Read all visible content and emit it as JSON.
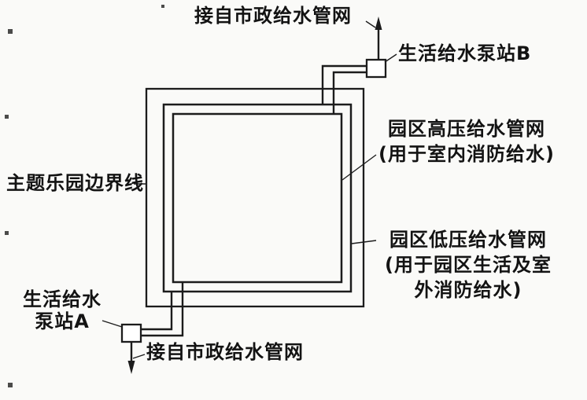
{
  "labels": {
    "municipal_top": "接自市政给水管网",
    "pump_station_b": "生活给水泵站B",
    "high_pressure_line1": "园区高压给水管网",
    "high_pressure_line2": "(用于室内消防给水)",
    "boundary": "主题乐园边界线",
    "low_pressure_line1": "园区低压给水管网",
    "low_pressure_line2": "(用于园区生活及室",
    "low_pressure_line3": "外消防给水)",
    "pump_station_a_line1": "生活给水",
    "pump_station_a_line2": "泵站A",
    "municipal_bottom": "接自市政给水管网"
  },
  "icons": {
    "flow_arrow_up": "arrow-up-to-municipal-network",
    "flow_arrow_down": "arrow-down-to-municipal-network",
    "pump_station_symbol": "small-white-square"
  },
  "colors": {
    "line": "#1c1c1c",
    "paper": "#fafaf8"
  }
}
